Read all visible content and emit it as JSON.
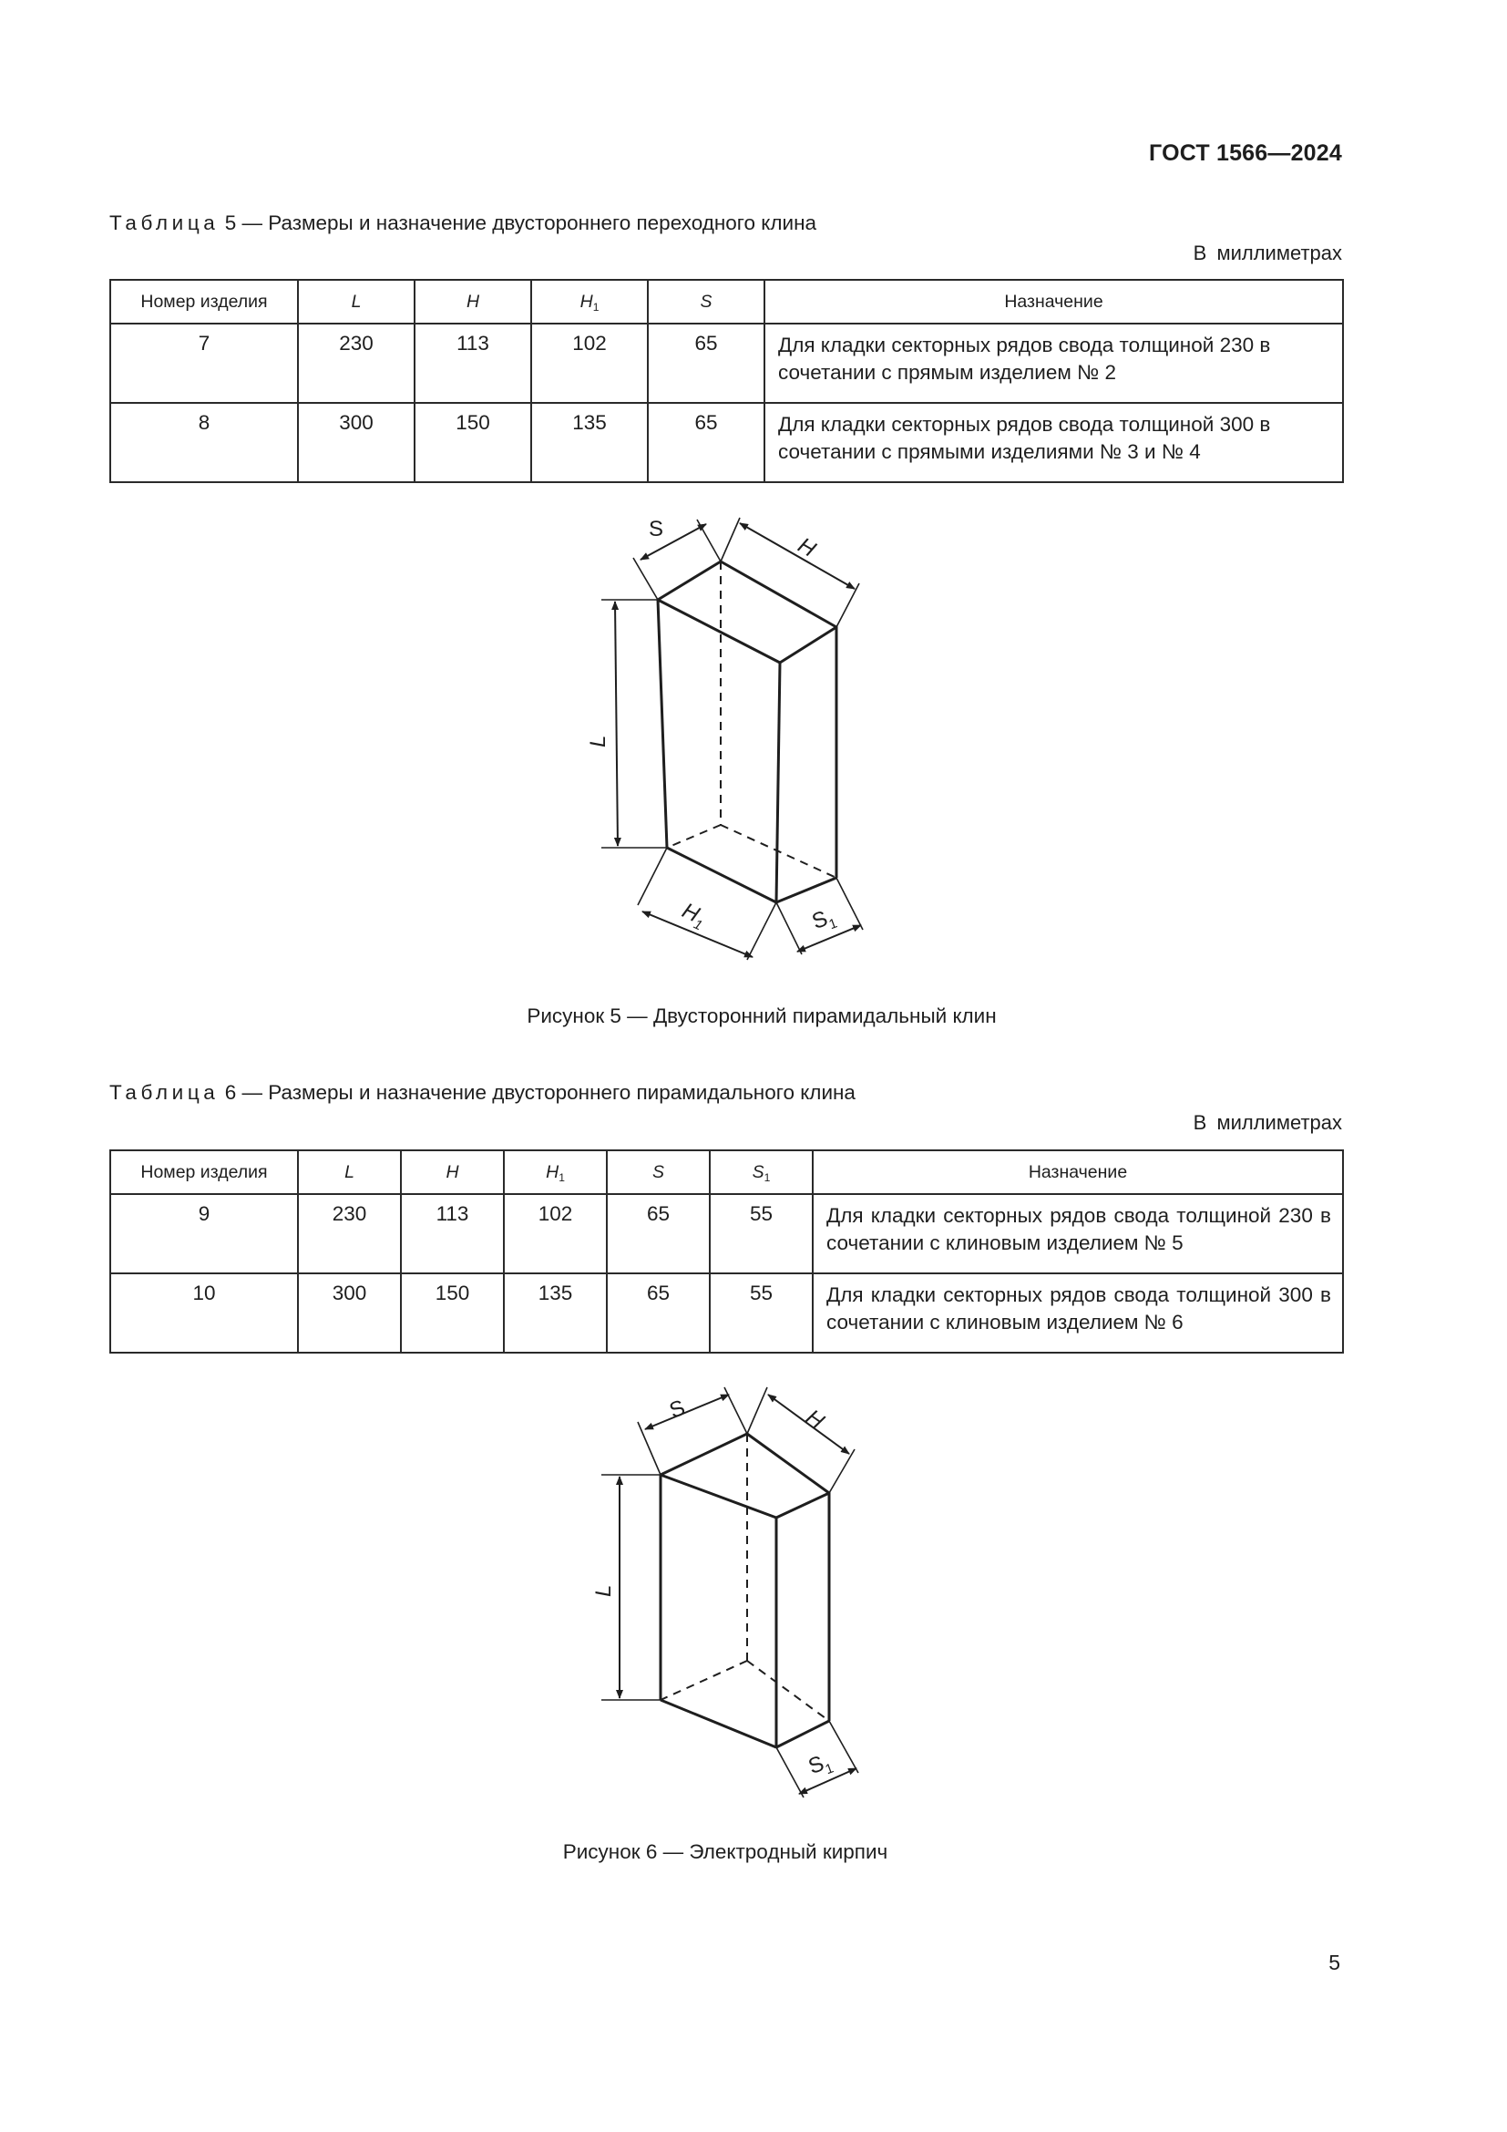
{
  "header": {
    "doc_code": "ГОСТ 1566—2024"
  },
  "table5": {
    "caption_prefix": "Таблица",
    "caption_text": "5 — Размеры и назначение двустороннего переходного клина",
    "units": "В миллиметрах",
    "columns": {
      "number": "Номер изделия",
      "L": "L",
      "H": "H",
      "H1_base": "H",
      "H1_sub": "1",
      "S": "S",
      "purpose": "Назначение"
    },
    "rows": [
      {
        "number": "7",
        "L": "230",
        "H": "113",
        "H1": "102",
        "S": "65",
        "purpose": "Для кладки секторных рядов свода толщиной 230 в сочетании с прямым изделием № 2"
      },
      {
        "number": "8",
        "L": "300",
        "H": "150",
        "H1": "135",
        "S": "65",
        "purpose": "Для кладки секторных рядов свода толщиной 300 в сочетании с прямыми изделиями № 3 и № 4"
      }
    ]
  },
  "figure5": {
    "caption": "Рисунок 5 — Двусторонний пирамидальный клин",
    "labels": {
      "S": "S",
      "H": "H",
      "L": "L",
      "H1_base": "H",
      "H1_sub": "1",
      "S1_base": "S",
      "S1_sub": "1"
    }
  },
  "table6": {
    "caption_prefix": "Таблица",
    "caption_text": "6 — Размеры и назначение двустороннего пирамидального клина",
    "units": "В миллиметрах",
    "columns": {
      "number": "Номер изделия",
      "L": "L",
      "H": "H",
      "H1_base": "H",
      "H1_sub": "1",
      "S": "S",
      "S1_base": "S",
      "S1_sub": "1",
      "purpose": "Назначение"
    },
    "rows": [
      {
        "number": "9",
        "L": "230",
        "H": "113",
        "H1": "102",
        "S": "65",
        "S1": "55",
        "purpose": "Для кладки секторных рядов свода толщиной 230 в сочетании с клиновым изделием № 5"
      },
      {
        "number": "10",
        "L": "300",
        "H": "150",
        "H1": "135",
        "S": "65",
        "S1": "55",
        "purpose": "Для кладки секторных рядов свода толщиной 300 в сочетании с клиновым изделием № 6"
      }
    ]
  },
  "figure6": {
    "caption": "Рисунок 6 — Электродный кирпич",
    "labels": {
      "S": "S",
      "H": "H",
      "L": "L",
      "S1_base": "S",
      "S1_sub": "1"
    }
  },
  "footer": {
    "page_number": "5"
  }
}
